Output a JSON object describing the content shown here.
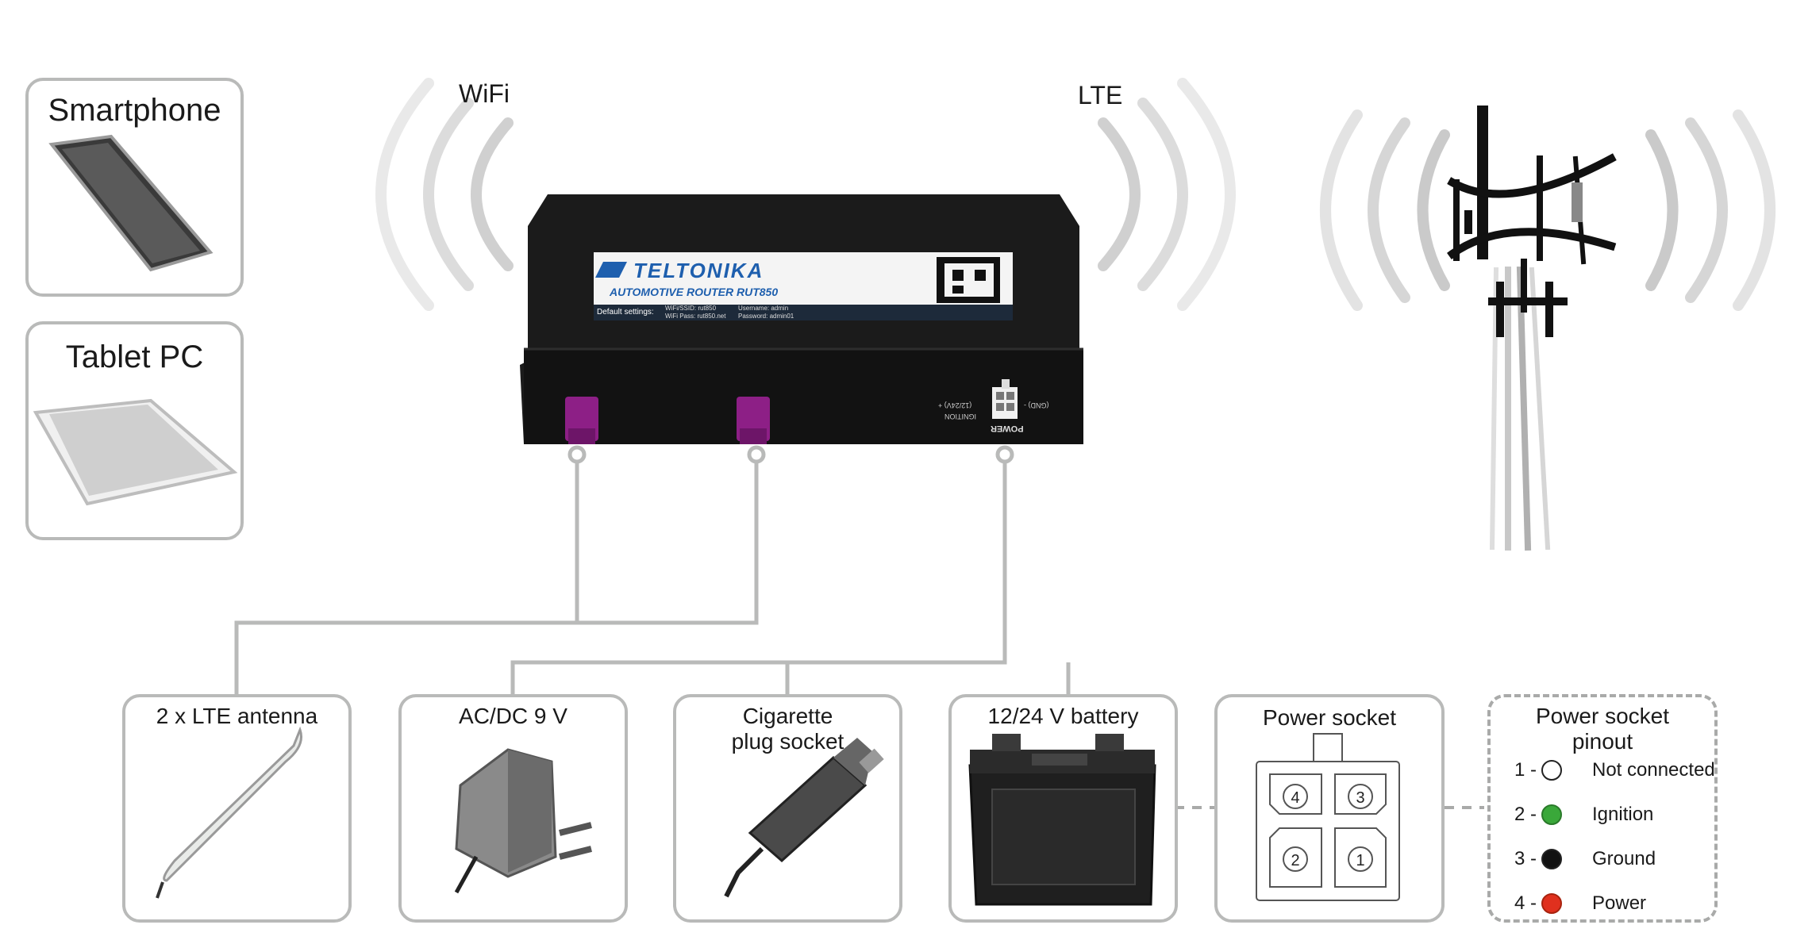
{
  "labels": {
    "wifi": "WiFi",
    "lte": "LTE"
  },
  "devices": {
    "smartphone": "Smartphone",
    "tablet": "Tablet PC"
  },
  "router": {
    "brand": "TELTONIKA",
    "model": "AUTOMOTIVE ROUTER RUT850",
    "default_settings": "Default settings:",
    "wifi_line1": "WiFi/SSID: rut850",
    "wifi_line2": "WiFi Pass: rut850.net",
    "user_line1": "Username: admin",
    "user_line2": "Password: admin01",
    "power_label": "POWER",
    "ignition_label": "IGNITION",
    "gnd_label": "(GND) -",
    "volt_label": "(12/24V) +"
  },
  "accessories": [
    {
      "title": "2 x LTE antenna"
    },
    {
      "title": "AC/DC 9 V"
    },
    {
      "title": "Cigarette plug socket"
    },
    {
      "title": "12/24 V battery"
    }
  ],
  "power_socket": {
    "title": "Power socket",
    "pins": [
      "4",
      "3",
      "2",
      "1"
    ]
  },
  "pinout": {
    "title": "Power socket pinout",
    "rows": [
      {
        "num": "1 -",
        "color": "#ffffff",
        "label": "Not connected"
      },
      {
        "num": "2 -",
        "color": "#3aa83a",
        "label": "Ignition"
      },
      {
        "num": "3 -",
        "color": "#111111",
        "label": "Ground"
      },
      {
        "num": "4 -",
        "color": "#e0301e",
        "label": "Power"
      }
    ]
  },
  "colors": {
    "frame": "#b9bab9",
    "connector": "#8d1f86",
    "router_body": "#1b1b1b"
  }
}
